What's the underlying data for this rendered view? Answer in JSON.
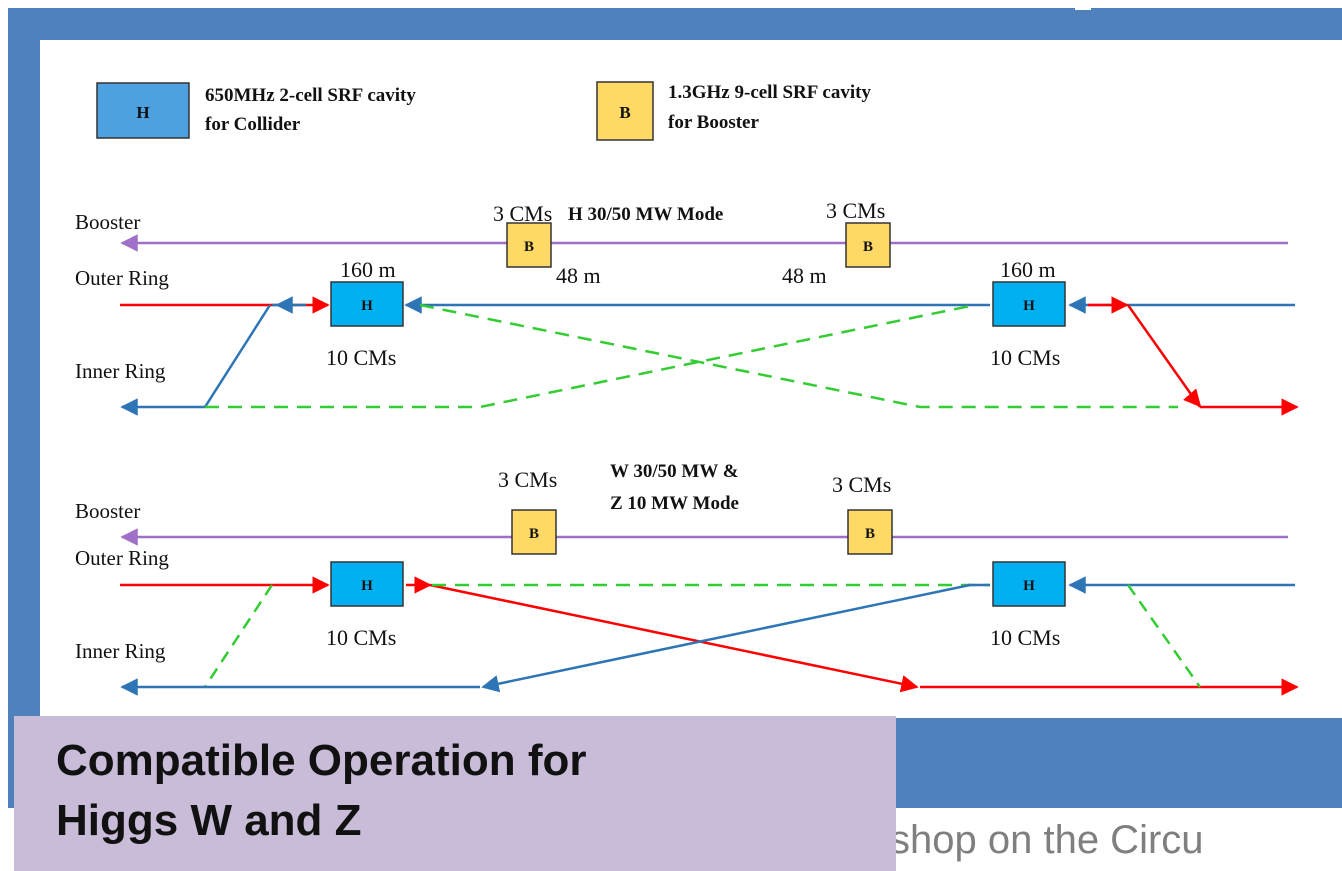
{
  "legend": {
    "h_box_letter": "H",
    "h_text_line1": "650MHz 2-cell SRF cavity",
    "h_text_line2": "for Collider",
    "b_box_letter": "B",
    "b_text_line1": "1.3GHz 9-cell SRF cavity",
    "b_text_line2": "for Booster"
  },
  "top_diagram": {
    "mode_label": "H 30/50 MW Mode",
    "booster_label": "Booster",
    "outer_ring_label": "Outer Ring",
    "inner_ring_label": "Inner Ring",
    "left_booster_cms": "3 CMs",
    "right_booster_cms": "3 CMs",
    "left_booster_dist": "48 m",
    "right_booster_dist": "48 m",
    "left_collider_dist": "160 m",
    "right_collider_dist": "160 m",
    "left_collider_cms": "10 CMs",
    "right_collider_cms": "10 CMs",
    "b_letter": "B",
    "h_letter": "H"
  },
  "bottom_diagram": {
    "mode_label_line1": "W 30/50 MW &",
    "mode_label_line2": "Z 10 MW Mode",
    "booster_label": "Booster",
    "outer_ring_label": "Outer Ring",
    "inner_ring_label": "Inner Ring",
    "left_booster_cms": "3 CMs",
    "right_booster_cms": "3 CMs",
    "left_collider_cms": "10 CMs",
    "right_collider_cms": "10 CMs",
    "b_letter": "B",
    "h_letter": "H"
  },
  "colors": {
    "frame": "#4f81bd",
    "collider_cavity": "#00b0f0",
    "booster_cavity": "#ffd966",
    "booster_line": "#a070c8",
    "red_beam": "#ff0000",
    "blue_beam": "#2e75b6",
    "green_dashed": "#33cc33",
    "title_box": "#c9bcd8"
  },
  "title": {
    "line1": "Compatible Operation for",
    "line2": "Higgs W and Z"
  },
  "footer": {
    "text": "kshop on the Circu"
  }
}
